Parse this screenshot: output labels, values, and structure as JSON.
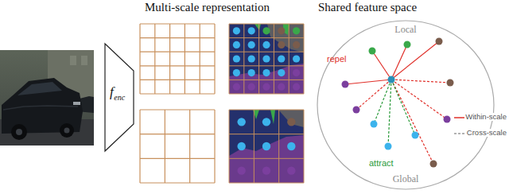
{
  "diagram": {
    "nodes": [
      {
        "text": [
          "f",
          "enc"
        ]
      },
      {
        "text": [
          "Shared feature space",
          "Local",
          "Global"
        ]
      }
    ],
    "labels": [
      "Multi-scale representation",
      "repel",
      "attract"
    ],
    "legend": [
      {
        "text": "Within-scale"
      },
      {
        "text": "Cross-scale"
      }
    ]
  }
}
